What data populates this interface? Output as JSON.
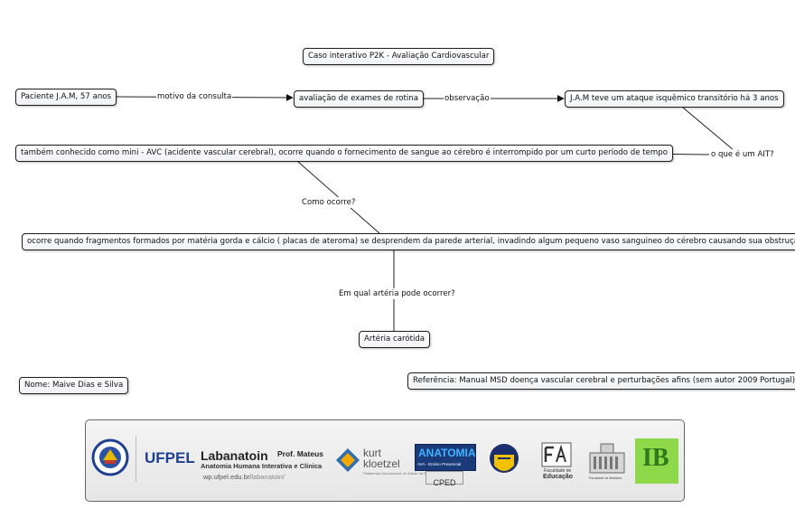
{
  "nodes": {
    "title": "Caso interativo P2K - Avaliação Cardiovascular",
    "patient": "Paciente J.A.M, 57 anos",
    "exam": "avaliação de exames de rotina",
    "ait_event": "J.A.M teve um ataque isquêmico transitório há 3 anos",
    "definition": "também conhecido como mini - AVC (acidente vascular cerebral), ocorre quando o fornecimento de sangue ao cérebro é interrompido por um curto período de tempo",
    "mechanism": "ocorre quando fragmentos formados por matéria gorda e cálcio ( placas de ateroma) se desprendem da parede arterial, invadindo algum pequeno vaso sanguineo do cérebro causando sua obstrução",
    "artery": "Artéria carótida",
    "author": "Nome: Maive Dias e Silva",
    "reference": "Referência: Manual MSD doença vascular cerebral e perturbações afins (sem autor 2009 Portugal)"
  },
  "links": {
    "reason": "motivo da consulta",
    "observation": "observação",
    "what_is": "o que é um AIT?",
    "how": "Como ocorre?",
    "which_artery": "Em qual artéria pode ocorrer?"
  },
  "footer": {
    "ufpel": "UFPEL",
    "labanatomia": "Labanatoin",
    "prof": "Prof. Mateus",
    "subtitle": "Anatomia Humana Interativa e Clínica",
    "url_main": "wp.ufpel.edu.br/",
    "url_path": "labanatoin/",
    "kurt1": "kurt",
    "kurt2": "kloetzel",
    "kurt_sub": "Plataforma Educacional de Saúde da Família",
    "anatomia": "ANATOMIA",
    "anatomia_sub": "AVA - Ensino Presencial",
    "cped": "CPED",
    "fae1": "Faculdade de",
    "fae2": "Educação",
    "famed": "Faculdade de Medicina",
    "ib": "IB"
  },
  "colors": {
    "line": "#222222",
    "ufpel_blue": "#1f3f8f",
    "anatomia_blue": "#1a3a7a",
    "ib_green": "#8ed94a"
  }
}
